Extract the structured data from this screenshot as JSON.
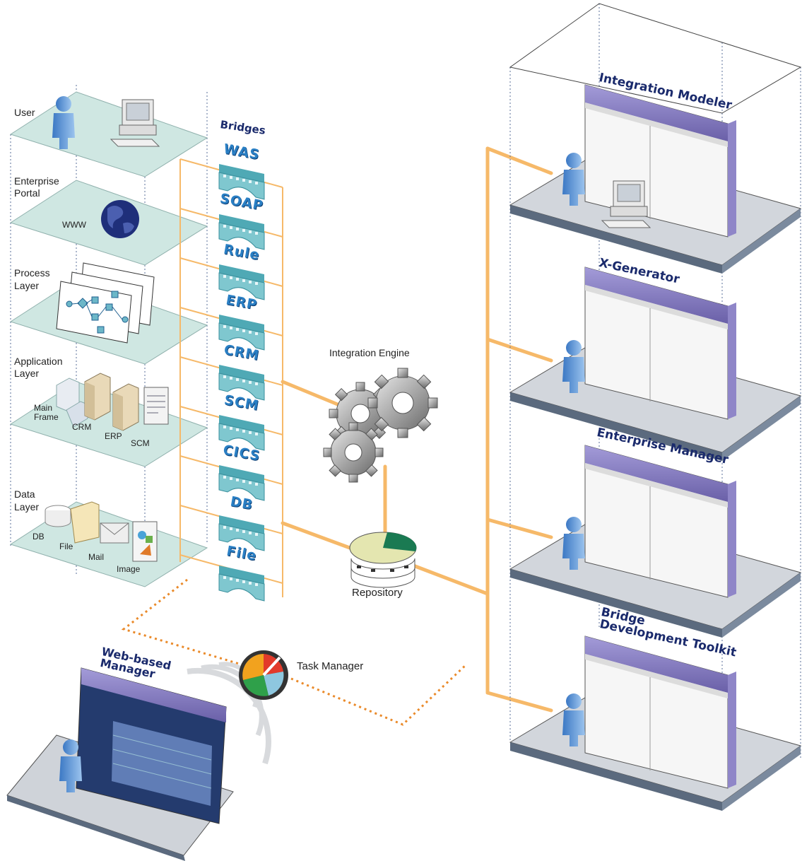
{
  "left_layers": [
    {
      "label_line1": "User",
      "label_line2": ""
    },
    {
      "label_line1": "Enterprise",
      "label_line2": "Portal"
    },
    {
      "label_line1": "Process",
      "label_line2": "Layer"
    },
    {
      "label_line1": "Application",
      "label_line2": "Layer"
    },
    {
      "label_line1": "Data",
      "label_line2": "Layer"
    }
  ],
  "portal_item": "WWW",
  "app_items": {
    "mainframe_line1": "Main",
    "mainframe_line2": "Frame",
    "crm": "CRM",
    "erp": "ERP",
    "scm": "SCM"
  },
  "data_items": {
    "db": "DB",
    "file": "File",
    "mail": "Mail",
    "image": "Image"
  },
  "bridges_title": "Bridges",
  "bridges": [
    "WAS",
    "SOAP",
    "Rule",
    "ERP",
    "CRM",
    "SCM",
    "CICS",
    "DB",
    "File"
  ],
  "engine_label": "Integration Engine",
  "repository_label": "Repository",
  "task_manager_label": "Task Manager",
  "web_manager_label_line1": "Web-based",
  "web_manager_label_line2": "Manager",
  "right_tools": [
    {
      "line1": "Integration Modeler",
      "line2": ""
    },
    {
      "line1": "X-Generator",
      "line2": ""
    },
    {
      "line1": "Enterprise Manager",
      "line2": ""
    },
    {
      "line1": "Bridge",
      "line2": "Development Toolkit"
    }
  ],
  "colors": {
    "orange": "#f6b969",
    "orange_dots": "#ea8a2a",
    "plate_teal": "#cfe7e2",
    "plate_gray": "#d2d6dc",
    "window_purple": "#8f86c8",
    "bridge_teal": "#7fc7cf",
    "title_blue": "#1a2a6c"
  }
}
